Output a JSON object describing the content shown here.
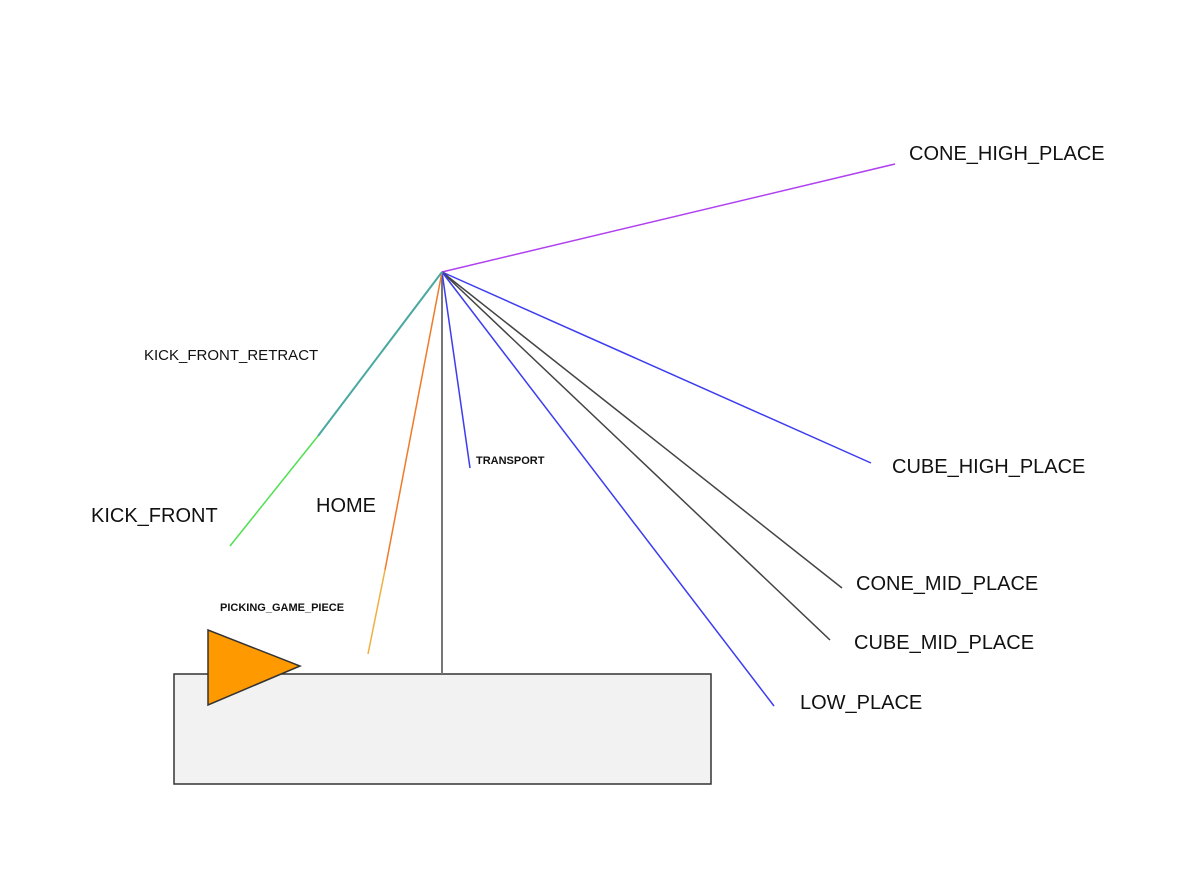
{
  "diagram": {
    "positions": [
      {
        "key": "cone_high_place",
        "label": "CONE_HIGH_PLACE",
        "color": "#b040f0"
      },
      {
        "key": "cube_high_place",
        "label": "CUBE_HIGH_PLACE",
        "color": "#3c3cf0"
      },
      {
        "key": "cone_mid_place",
        "label": "CONE_MID_PLACE",
        "color": "#444444"
      },
      {
        "key": "cube_mid_place",
        "label": "CUBE_MID_PLACE",
        "color": "#444444"
      },
      {
        "key": "low_place",
        "label": "LOW_PLACE",
        "color": "#3c3cf0"
      },
      {
        "key": "transport",
        "label": "TRANSPORT",
        "color": "#3c3cf0"
      },
      {
        "key": "home",
        "label": "HOME",
        "color": "#f07a28"
      },
      {
        "key": "picking_game_piece",
        "label": "PICKING_GAME_PIECE",
        "color": "#f0b040"
      },
      {
        "key": "kick_front_retract",
        "label": "KICK_FRONT_RETRACT",
        "color": "#4aa8a0"
      },
      {
        "key": "kick_front",
        "label": "KICK_FRONT",
        "color": "#50e050"
      }
    ],
    "colors": {
      "mast": "#777777",
      "base_fill": "#f2f2f2",
      "base_stroke": "#333333",
      "triangle_fill": "#ff9900",
      "triangle_stroke": "#333333"
    }
  }
}
